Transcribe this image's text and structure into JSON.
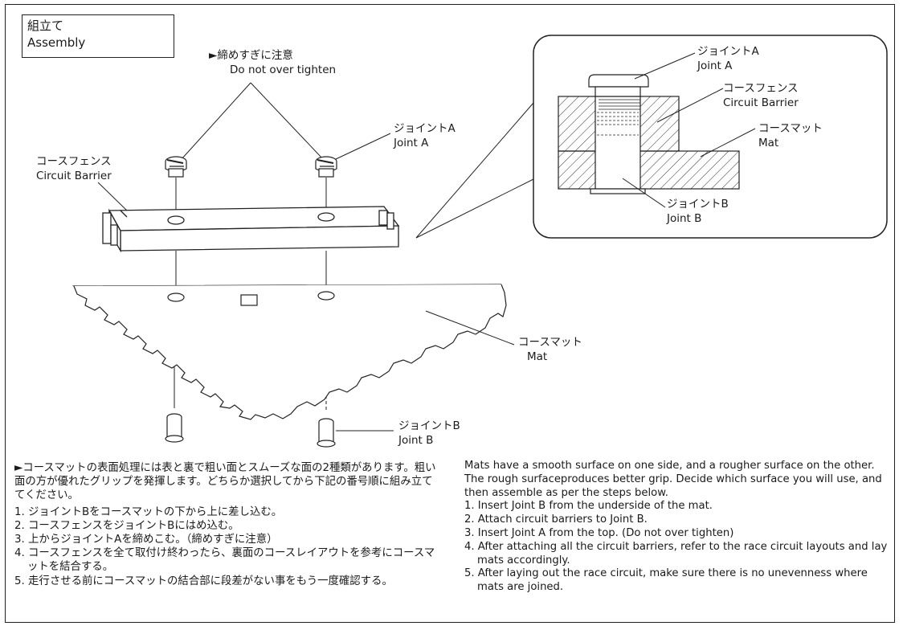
{
  "title": {
    "jp": "組立て",
    "en": "Assembly"
  },
  "callouts": {
    "caution_jp": "►締めすぎに注意",
    "caution_en": "Do not over tighten",
    "joint_a_jp": "ジョイントA",
    "joint_a_en": "Joint A",
    "barrier_jp": "コースフェンス",
    "barrier_en": "Circuit Barrier",
    "mat_jp": "コースマット",
    "mat_en": "Mat",
    "joint_b_jp": "ジョイントB",
    "joint_b_en": "Joint B"
  },
  "detail": {
    "joint_a_jp": "ジョイントA",
    "joint_a_en": "Joint A",
    "barrier_jp": "コースフェンス",
    "barrier_en": "Circuit Barrier",
    "mat_jp": "コースマット",
    "mat_en": "Mat",
    "joint_b_jp": "ジョイントB",
    "joint_b_en": "Joint B"
  },
  "instructions_jp": {
    "intro": "►コースマットの表面処理には表と裏で粗い面とスムーズな面の2種類があります。粗い面の方が優れたグリップを発揮します。どちらか選択してから下記の番号順に組み立ててください。",
    "steps": [
      "1. ジョイントBをコースマットの下から上に差し込む。",
      "2. コースフェンスをジョイントBにはめ込む。",
      "3. 上からジョイントAを締めこむ。（締めすぎに注意）",
      "4. コースフェンスを全て取付け終わったら、裏面のコースレイアウトを参考にコースマットを結合する。",
      "5. 走行させる前にコースマットの結合部に段差がない事をもう一度確認する。"
    ]
  },
  "instructions_en": {
    "intro": "Mats have a smooth surface on one side, and a rougher surface on the other. The rough surfaceproduces better grip. Decide which surface you will use, and then assemble as per the steps below.",
    "steps": [
      "1. Insert Joint B from the underside of the mat.",
      "2. Attach circuit barriers to Joint B.",
      "3. Insert Joint A from the top. (Do not over tighten)",
      "4. After attaching all the circuit barriers, refer to the race circuit layouts and lay mats accordingly.",
      "5. After laying out the race circuit, make sure there is no unevenness where mats are joined."
    ]
  }
}
